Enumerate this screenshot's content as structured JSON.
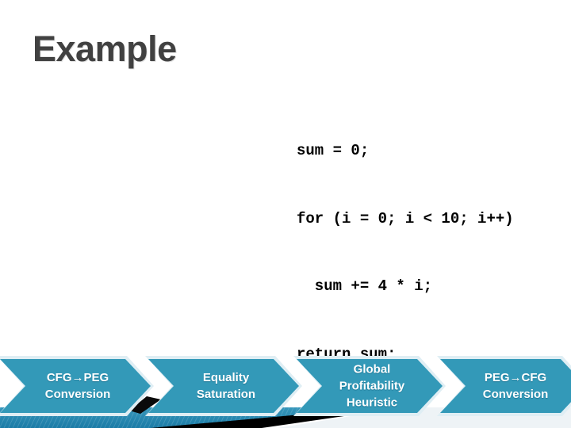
{
  "slide": {
    "title": "Example",
    "background_color": "#ffffff",
    "accent_color": "#3399b8",
    "title_color": "#414141"
  },
  "code": {
    "language": "c",
    "lines": [
      "sum = 0;",
      "for (i = 0; i < 10; i++)",
      "  sum += 4 * i;",
      "return sum;"
    ]
  },
  "process_flow": {
    "steps": [
      {
        "label": "CFG→PEG\nConversion"
      },
      {
        "label": "Equality\nSaturation"
      },
      {
        "label": "Global\nProfitability\nHeuristic"
      },
      {
        "label": "PEG→CFG\nConversion"
      }
    ]
  }
}
